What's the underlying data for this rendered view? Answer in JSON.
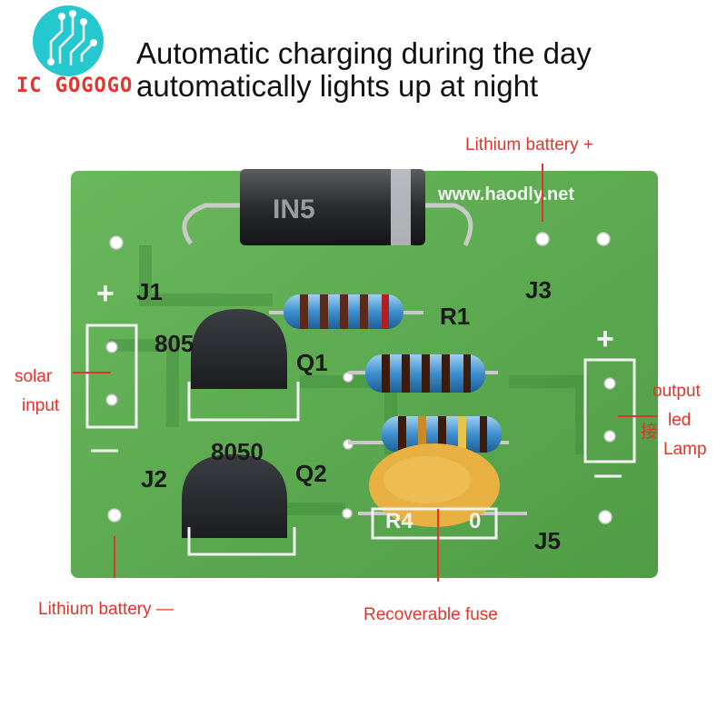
{
  "logo": {
    "text": "IC GOGOGO",
    "icon": "circuit-icon"
  },
  "headline": {
    "line1": "Automatic charging during the day",
    "line2": "automatically lights up at night"
  },
  "board": {
    "website": "www.haodly.net",
    "j1": "J1",
    "j2": "J2",
    "j3": "J3",
    "j5": "J5",
    "r1": "R1",
    "r4": "R4",
    "q1": "Q1",
    "q2": "Q2",
    "q1_part": "805",
    "q2_part": "8050",
    "plus": "+",
    "minus": "—",
    "zero": "0",
    "diode_marking": "IN5"
  },
  "labels": {
    "lithium_plus": "Lithium battery +",
    "solar": "solar",
    "input": "input",
    "output": "output",
    "led": "led",
    "lamp": "Lamp",
    "connect_char": "接",
    "lithium_minus": "Lithium battery —",
    "fuse": "Recoverable fuse"
  },
  "colors": {
    "board": "#5aa84f",
    "annotation": "#e3332a",
    "logo": "#25c8cf"
  }
}
